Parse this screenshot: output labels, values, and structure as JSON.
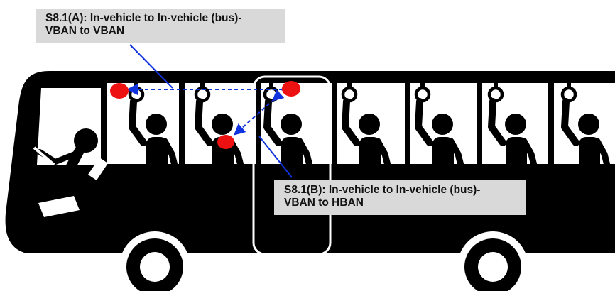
{
  "callouts": {
    "a": {
      "line1": "S8.1(A): In-vehicle to In-vehicle (bus)-",
      "line2": "VBAN to VBAN"
    },
    "b": {
      "line1": "S8.1(B): In-vehicle to In-vehicle (bus)-",
      "line2": "VBAN to HBAN"
    }
  },
  "colors": {
    "bus": "#000000",
    "window": "#ffffff",
    "node": "#ee1111",
    "link": "#1133dd",
    "callout_bg": "#d9d9d9",
    "highlight_frame": "#ffffff"
  },
  "icons": {
    "bus": "bus-silhouette",
    "driver": "driver-figure",
    "passenger": "standing-passenger-figure",
    "node": "body-area-network-node"
  }
}
